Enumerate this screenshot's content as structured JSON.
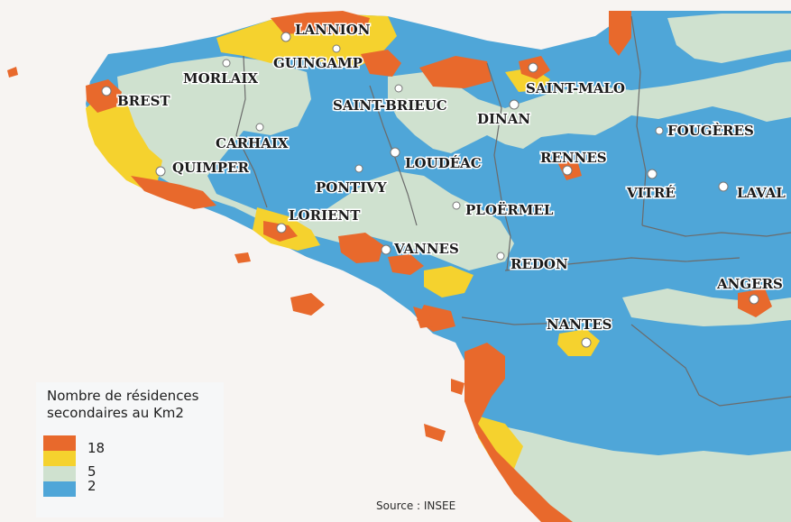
{
  "colors": {
    "sea": "#f7f4f2",
    "orange": "#e8692c",
    "yellow": "#f5d22e",
    "green": "#cfe1cf",
    "blue": "#4fa6d8",
    "border": "#6b6b6b"
  },
  "cities": [
    {
      "name": "LANNION"
    },
    {
      "name": "GUINGAMP"
    },
    {
      "name": "MORLAIX"
    },
    {
      "name": "BREST"
    },
    {
      "name": "SAINT-BRIEUC"
    },
    {
      "name": "SAINT-MALO"
    },
    {
      "name": "DINAN"
    },
    {
      "name": "CARHAIX"
    },
    {
      "name": "FOUGÈRES"
    },
    {
      "name": "LOUDÉAC"
    },
    {
      "name": "RENNES"
    },
    {
      "name": "QUIMPER"
    },
    {
      "name": "PONTIVY"
    },
    {
      "name": "VITRÉ"
    },
    {
      "name": "LAVAL"
    },
    {
      "name": "LORIENT"
    },
    {
      "name": "PLOËRMEL"
    },
    {
      "name": "VANNES"
    },
    {
      "name": "REDON"
    },
    {
      "name": "ANGERS"
    },
    {
      "name": "NANTES"
    }
  ],
  "legend": {
    "title_line1": "Nombre de résidences",
    "title_line2": "secondaires au Km2",
    "items": [
      {
        "label": "18",
        "color": "#e8692c"
      },
      {
        "label": "",
        "color": "#f5d22e"
      },
      {
        "label": "5",
        "color": "#cfe1cf"
      },
      {
        "label": "2",
        "color": "#4fa6d8"
      }
    ]
  },
  "source": "Source : INSEE"
}
